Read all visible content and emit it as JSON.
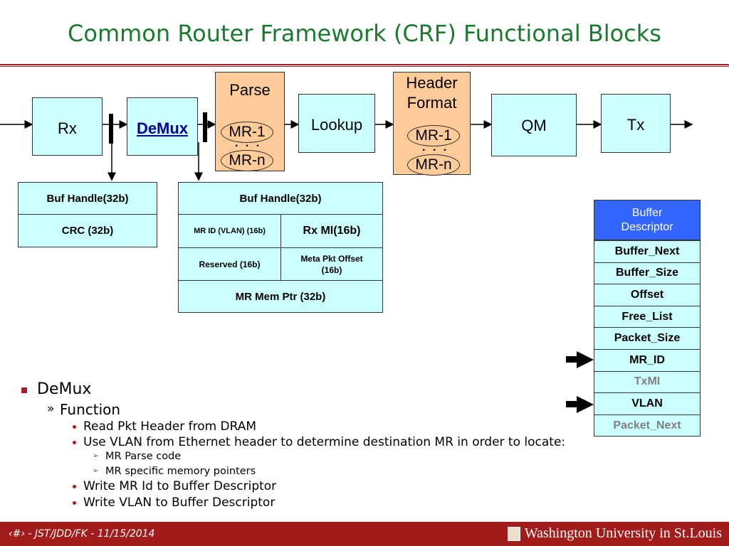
{
  "slide": {
    "title": "Common Router Framework (CRF) Functional Blocks"
  },
  "pipeline": {
    "rx": "Rx",
    "demux": "DeMux",
    "parse": "Parse",
    "parse_mr1": "MR-1",
    "parse_mrn": "MR-n",
    "lookup": "Lookup",
    "header_format_line1": "Header",
    "header_format_line2": "Format",
    "hf_mr1": "MR-1",
    "hf_mrn": "MR-n",
    "qm": "QM",
    "tx": "Tx",
    "dots": ". . ."
  },
  "rx_meta": {
    "buf_handle": "Buf Handle(32b)",
    "crc": "CRC (32b)"
  },
  "demux_meta": {
    "buf_handle": "Buf Handle(32b)",
    "mr_id": "MR ID (VLAN) (16b)",
    "rx_mi": "Rx MI(16b)",
    "reserved": "Reserved (16b)",
    "meta_pkt_offset": "Meta Pkt Offset (16b)",
    "mr_mem_ptr": "MR Mem Ptr (32b)"
  },
  "buffer_descriptor": {
    "header": "Buffer Descriptor",
    "rows": [
      {
        "label": "Buffer_Next",
        "color": "#000000"
      },
      {
        "label": "Buffer_Size",
        "color": "#000000"
      },
      {
        "label": "Offset",
        "color": "#000000"
      },
      {
        "label": "Free_List",
        "color": "#000000"
      },
      {
        "label": "Packet_Size",
        "color": "#000000"
      },
      {
        "label": "MR_ID",
        "color": "#000000"
      },
      {
        "label": "TxMI",
        "color": "#808080"
      },
      {
        "label": "VLAN",
        "color": "#000000"
      },
      {
        "label": "Packet_Next",
        "color": "#808080"
      }
    ],
    "header_color": "#3366ff"
  },
  "bullets": {
    "l1": "DeMux",
    "l2": "Function",
    "l3a": "Read Pkt Header from DRAM",
    "l3b": "Use VLAN from Ethernet header to determine destination MR in order to locate:",
    "l4a": "MR Parse code",
    "l4b": "MR specific memory pointers",
    "l3c": "Write MR Id to Buffer Descriptor",
    "l3d": "Write VLAN to Buffer Descriptor"
  },
  "footer": {
    "left": "‹#› - JST/JDD/FK - 11/15/2014",
    "right": "Washington University in St.Louis"
  },
  "colors": {
    "title": "#1a7a2e",
    "rule": "#a32020",
    "cyan_box": "#ccffff",
    "orange_box": "#ffcc99",
    "footer": "#a31c1c"
  }
}
